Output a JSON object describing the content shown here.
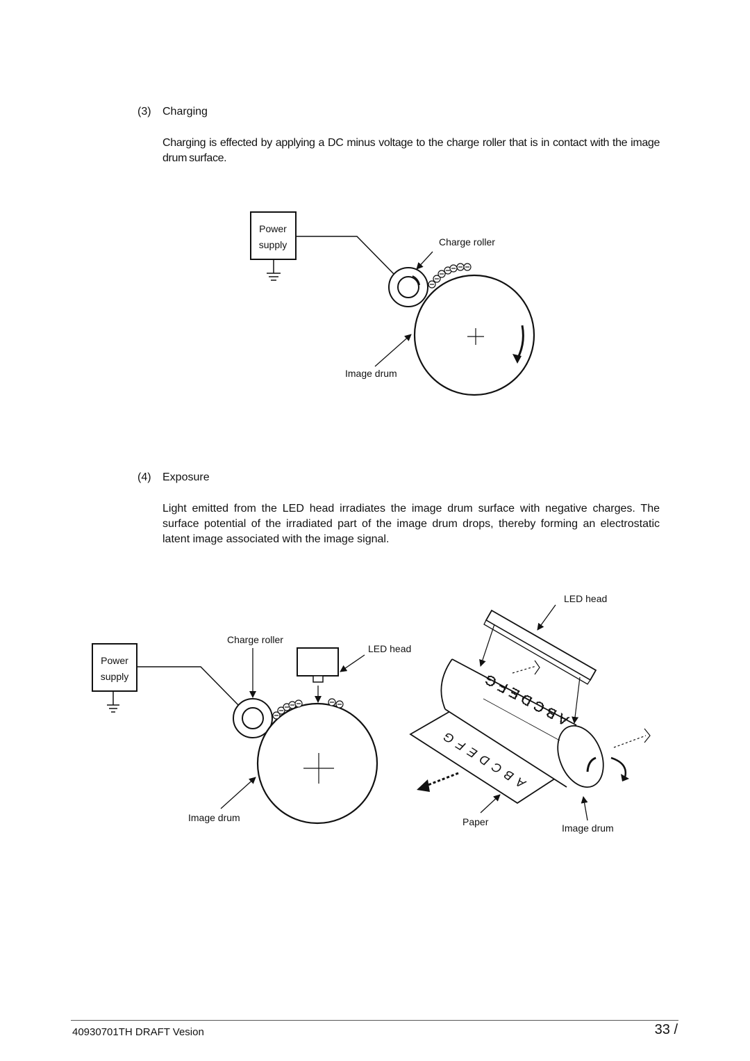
{
  "section3": {
    "number": "(3)",
    "title": "Charging",
    "text": "Charging is effected by applying a DC minus voltage to the charge roller that is in contact with the image drum surface."
  },
  "diagram1": {
    "power_line1": "Power",
    "power_line2": "supply",
    "charge_roller": "Charge roller",
    "image_drum": "Image drum"
  },
  "section4": {
    "number": "(4)",
    "title": "Exposure",
    "text": "Light emitted from the LED head irradiates the image drum surface with negative charges. The surface potential of the irradiated part of the image drum drops, thereby forming an electrostatic latent image associated with the image signal."
  },
  "diagram2": {
    "power_line1": "Power",
    "power_line2": "supply",
    "charge_roller": "Charge roller",
    "led_head_small": "LED head",
    "led_head_big": "LED head",
    "image_drum_left": "Image drum",
    "paper": "Paper",
    "image_drum_right": "Image drum",
    "paper_letters": "ABCDEFG",
    "drum_letters": "ABCDEFG"
  },
  "footer": {
    "doc_id": "40930701TH  DRAFT Vesion",
    "page": "33 /"
  }
}
